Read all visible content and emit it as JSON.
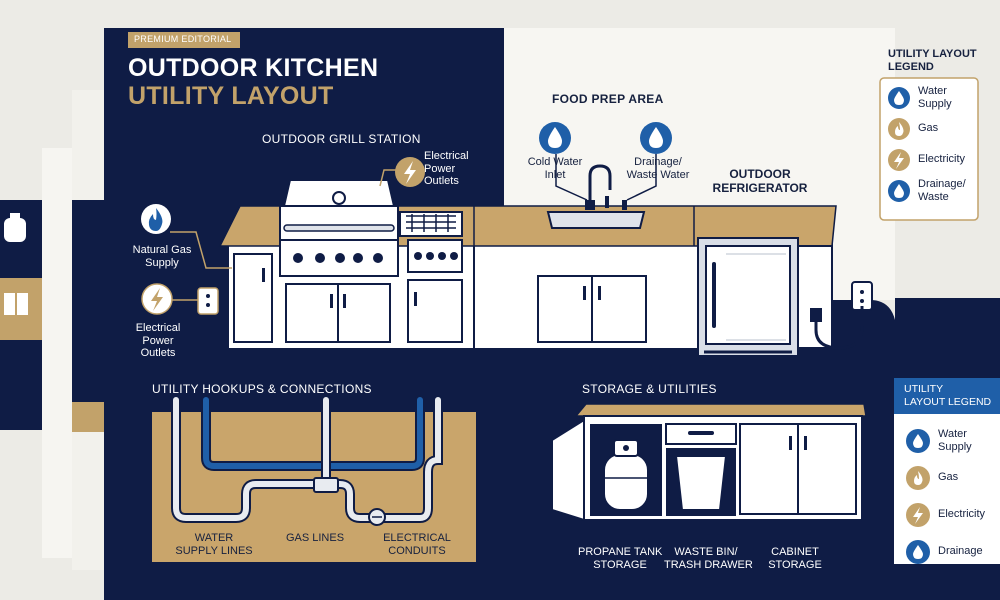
{
  "badge": "PREMIUM EDITORIAL",
  "title_line1": "OUTDOOR KITCHEN",
  "title_line2": "UTILITY LAYOUT",
  "grill_station": "OUTDOOR GRILL STATION",
  "food_prep": "FOOD PREP AREA",
  "refrigerator": [
    "OUTDOOR",
    "REFRIGERATOR"
  ],
  "callouts": {
    "electrical_top": [
      "Electrical",
      "Power",
      "Outlets"
    ],
    "natural_gas": [
      "Natural Gas",
      "Supply"
    ],
    "electrical_left": [
      "Electrical",
      "Power",
      "Outlets"
    ],
    "cold_water": [
      "Cold Water",
      "Inlet"
    ],
    "drainage": [
      "Drainage/",
      "Waste Water"
    ]
  },
  "hookups": {
    "heading": "UTILITY HOOKUPS & CONNECTIONS",
    "water": [
      "WATER",
      "SUPPLY LINES"
    ],
    "gas": "GAS LINES",
    "electrical": [
      "ELECTRICAL",
      "CONDUITS"
    ]
  },
  "storage": {
    "heading": "STORAGE & UTILITIES",
    "propane": [
      "PROPANE TANK",
      "STORAGE"
    ],
    "waste": [
      "WASTE BIN/",
      "TRASH DRAWER"
    ],
    "cabinet": [
      "CABINET",
      "STORAGE"
    ]
  },
  "legend_top": {
    "title": [
      "UTILITY LAYOUT",
      "LEGEND"
    ],
    "items": [
      {
        "label": [
          "Water",
          "Supply"
        ],
        "icon": "water-drop-icon"
      },
      {
        "label": [
          "Gas"
        ],
        "icon": "gas-flame-icon"
      },
      {
        "label": [
          "Electricity"
        ],
        "icon": "lightning-icon"
      },
      {
        "label": [
          "Drainage/",
          "Waste"
        ],
        "icon": "drainage-drop-icon"
      }
    ]
  },
  "legend_bottom": {
    "title": [
      "UTILITY",
      "LAYOUT LEGEND"
    ],
    "items": [
      {
        "label": [
          "Water",
          "Supply"
        ],
        "icon": "water-drop-icon"
      },
      {
        "label": [
          "Gas"
        ],
        "icon": "gas-flame-icon"
      },
      {
        "label": [
          "Electricity"
        ],
        "icon": "lightning-icon"
      },
      {
        "label": [
          "Drainage"
        ],
        "icon": "drainage-drop-icon"
      }
    ]
  },
  "colors": {
    "navy": "#0f1c45",
    "gold": "#c2a26a",
    "counter": "#c9a56b",
    "cream": "#efeee9",
    "water_blue": "#1f5fa8"
  }
}
